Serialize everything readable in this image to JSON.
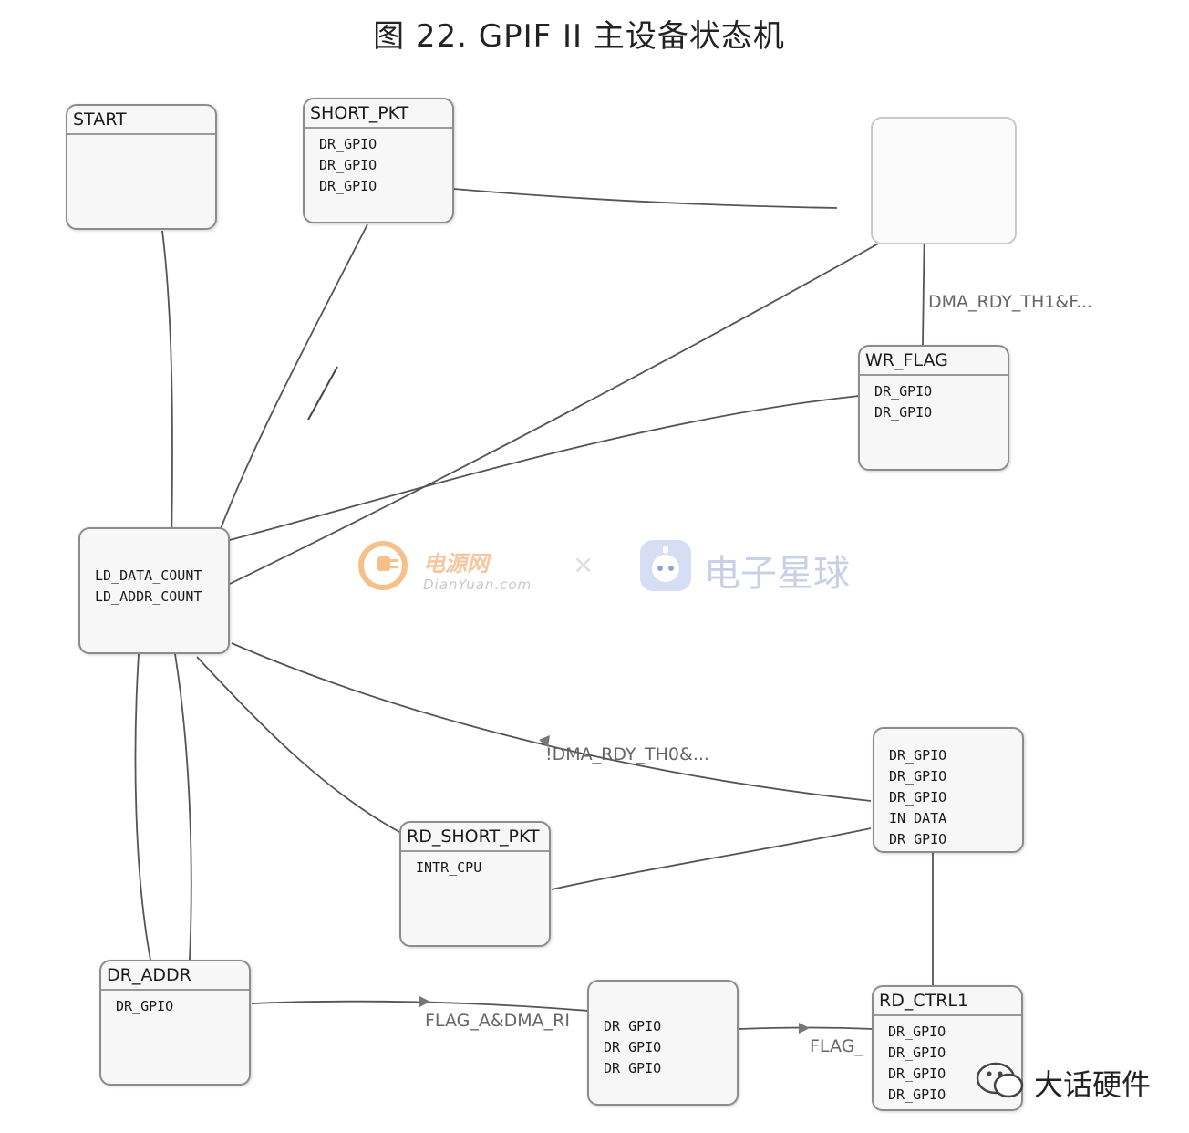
{
  "title": "图 22. GPIF II 主设备状态机",
  "states": {
    "start": {
      "name": "START",
      "actions": []
    },
    "short_pkt": {
      "name": "SHORT_PKT",
      "actions": [
        "DR_GPIO",
        "DR_GPIO",
        "DR_GPIO"
      ]
    },
    "top_right": {
      "name": "",
      "actions": []
    },
    "wr_flag": {
      "name": "WR_FLAG",
      "actions": [
        "DR_GPIO",
        "DR_GPIO"
      ]
    },
    "ld_count": {
      "name": "",
      "actions": [
        "LD_DATA_COUNT",
        "LD_ADDR_COUNT"
      ]
    },
    "mid_right": {
      "name": "",
      "actions": [
        "DR_GPIO",
        "DR_GPIO",
        "DR_GPIO",
        "IN_DATA",
        "DR_GPIO"
      ]
    },
    "rd_short_pkt": {
      "name": "RD_SHORT_PKT",
      "actions": [
        "INTR_CPU"
      ]
    },
    "dr_addr": {
      "name": "DR_ADDR",
      "actions": [
        "DR_GPIO"
      ]
    },
    "bottom_mid": {
      "name": "",
      "actions": [
        "DR_GPIO",
        "DR_GPIO",
        "DR_GPIO"
      ]
    },
    "rd_ctrl1": {
      "name": "RD_CTRL1",
      "actions": [
        "DR_GPIO",
        "DR_GPIO",
        "DR_GPIO",
        "DR_GPIO"
      ]
    }
  },
  "edge_labels": {
    "wr_to_top": "DMA_RDY_TH1&F...",
    "mid_to_ld": "!DMA_RDY_TH0&...",
    "addr_to_mid": "FLAG_A&DMA_RI",
    "mid_to_ctrl": "FLAG_"
  },
  "watermarks": {
    "dianyuan_cn": "电源网",
    "dianyuan_en": "DianYuan.com",
    "separator": "×",
    "dianzi": "电子星球",
    "wechat": "大话硬件"
  },
  "colors": {
    "state_border": "#8c8c8c",
    "state_fill": "#f7f7f8",
    "edge": "#555555",
    "watermark_orange": "#f2a65a",
    "watermark_blue": "#8fa3d6"
  }
}
